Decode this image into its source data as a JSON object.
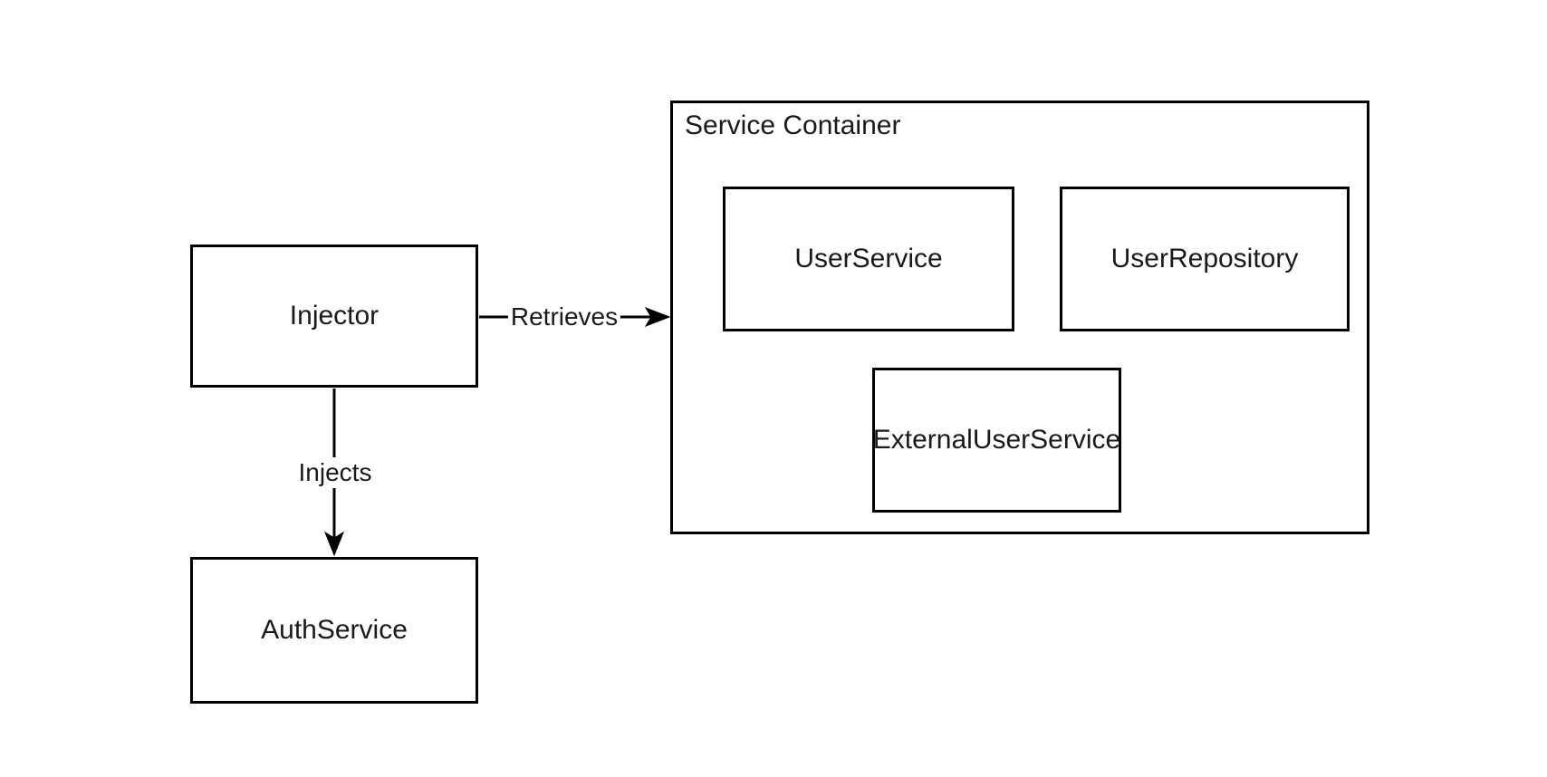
{
  "diagram": {
    "nodes": {
      "injector": {
        "label": "Injector"
      },
      "auth_service": {
        "label": "AuthService"
      },
      "service_container": {
        "label": "Service Container"
      },
      "user_service": {
        "label": "UserService"
      },
      "user_repository": {
        "label": "UserRepository"
      },
      "external_user_service": {
        "label": "ExternalUserService"
      }
    },
    "edges": {
      "retrieves": {
        "label": "Retrieves",
        "from": "Injector",
        "to": "Service Container"
      },
      "injects": {
        "label": "Injects",
        "from": "Injector",
        "to": "AuthService"
      }
    },
    "colors": {
      "stroke": "#000000",
      "text": "#1a1a1a",
      "background": "#ffffff"
    }
  }
}
